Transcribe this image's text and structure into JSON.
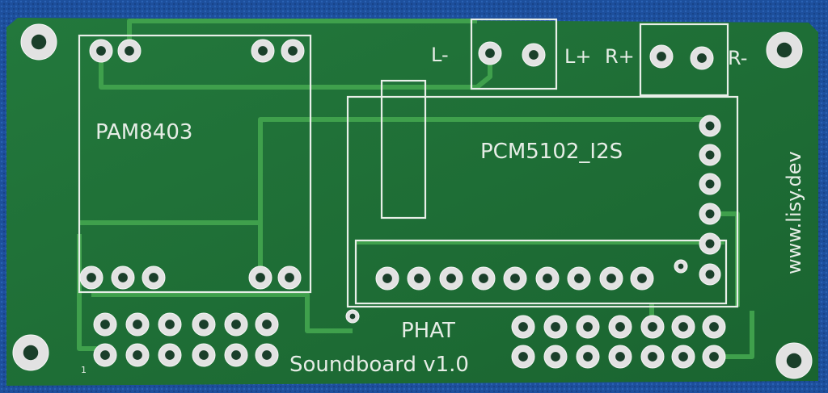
{
  "board": {
    "labels": {
      "l_minus": "L-",
      "l_plus": "L+",
      "r_plus": "R+",
      "r_minus": "R-",
      "amp_module": "PAM8403",
      "dac_module": "PCM5102_I2S",
      "website": "www.lisy.dev",
      "phat": "PHAT",
      "title": "Soundboard v1.0",
      "pin_one": "1"
    },
    "colors": {
      "background": "#1d4f9c",
      "pcb": "#1e6e36",
      "trace": "#3fa04c",
      "silkscreen": "#e8efe8",
      "pad": "#d8d8d8"
    }
  }
}
